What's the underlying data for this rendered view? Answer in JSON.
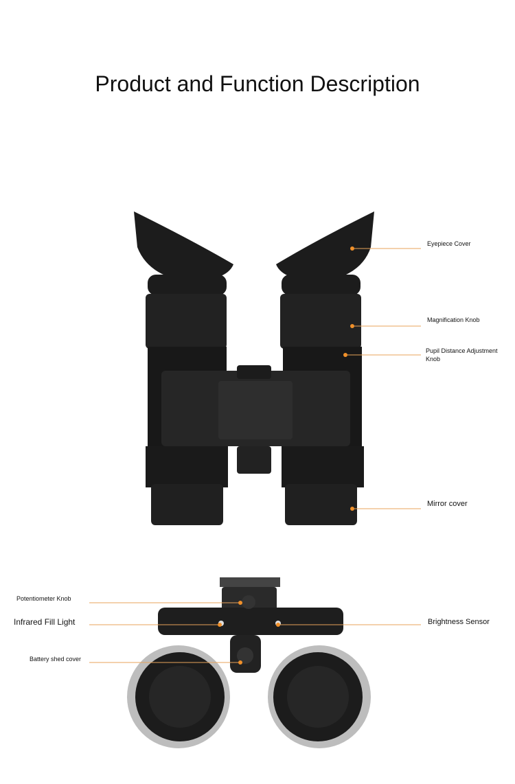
{
  "title": "Product and Function Description",
  "top_view_labels": {
    "eyepiece_cover": "Eyepiece Cover",
    "magnification_knob": "Magnification Knob",
    "pupil_distance_knob": "Pupil Distance Adjustment Knob",
    "mirror_cover": "Mirror cover"
  },
  "front_view_labels": {
    "potentiometer_knob": "Potentiometer Knob",
    "infrared_fill_light": "Infrared Fill Light",
    "battery_shed_cover": "Battery shed cover",
    "brightness_sensor": "Brightness Sensor"
  },
  "colors": {
    "leader_line": "#e8a35a",
    "dot": "#f0902a",
    "body": "#1b1b1b"
  }
}
